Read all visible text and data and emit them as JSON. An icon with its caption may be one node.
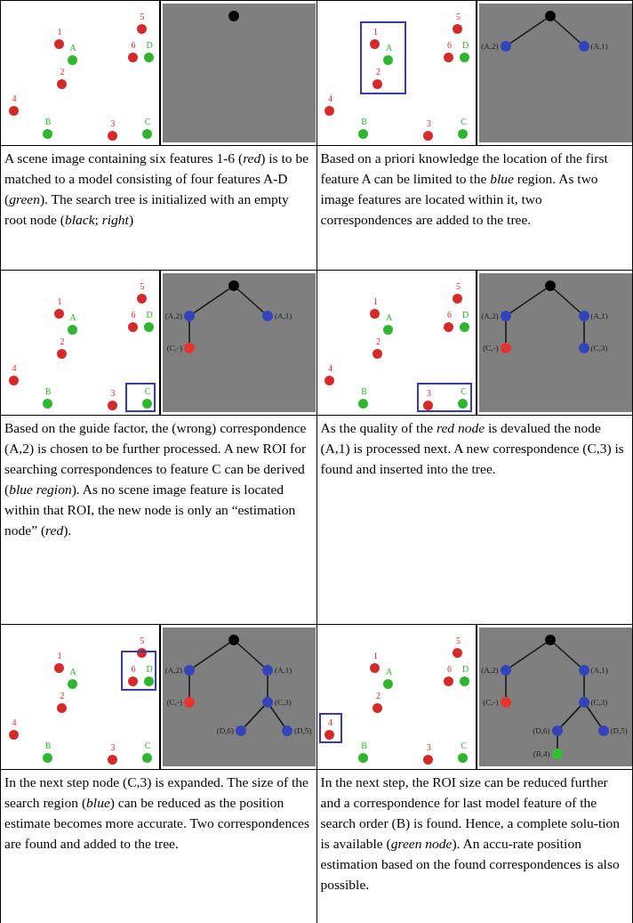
{
  "diagram": {
    "nodes": [
      {
        "text": [],
        "shape": "circle"
      },
      {
        "text": [],
        "shape": "circle"
      },
      {
        "text": [
          "(A,2)"
        ]
      },
      {
        "text": [
          "(A,1)"
        ]
      },
      {
        "text": [],
        "shape": "circle"
      },
      {
        "text": [
          "(A,2)"
        ]
      },
      {
        "text": [
          "(A,1)"
        ]
      },
      {
        "text": [
          "(C,-)"
        ]
      },
      {
        "text": [],
        "shape": "circle"
      },
      {
        "text": [
          "(A,2)"
        ]
      },
      {
        "text": [
          "(A,1)"
        ]
      },
      {
        "text": [
          "(C,-)"
        ]
      },
      {
        "text": [
          "(C,3)"
        ]
      },
      {
        "text": [],
        "shape": "circle"
      },
      {
        "text": [
          "(A,2)"
        ]
      },
      {
        "text": [
          "(A,1)"
        ]
      },
      {
        "text": [
          "(C,-)"
        ]
      },
      {
        "text": [
          "(C,3)"
        ]
      },
      {
        "text": [
          "(D,6)"
        ]
      },
      {
        "text": [
          "(D,5)"
        ]
      },
      {
        "text": [],
        "shape": "circle"
      },
      {
        "text": [
          "(A,2)"
        ]
      },
      {
        "text": [
          "(A,1)"
        ]
      },
      {
        "text": [
          "(C,-)"
        ]
      },
      {
        "text": [
          "(C,3)"
        ]
      },
      {
        "text": [
          "(D,6)"
        ]
      },
      {
        "text": [
          "(D,5)"
        ]
      },
      {
        "text": [
          "(B,4)"
        ]
      }
    ],
    "edges": [
      {
        "from": 1,
        "to": 2,
        "arrow": "none"
      },
      {
        "from": 1,
        "to": 3,
        "arrow": "none"
      },
      {
        "from": 4,
        "to": 5,
        "arrow": "none"
      },
      {
        "from": 4,
        "to": 6,
        "arrow": "none"
      },
      {
        "from": 5,
        "to": 7,
        "arrow": "none"
      },
      {
        "from": 8,
        "to": 9,
        "arrow": "none"
      },
      {
        "from": 8,
        "to": 10,
        "arrow": "none"
      },
      {
        "from": 9,
        "to": 11,
        "arrow": "none"
      },
      {
        "from": 10,
        "to": 12,
        "arrow": "none"
      },
      {
        "from": 13,
        "to": 14,
        "arrow": "none"
      },
      {
        "from": 13,
        "to": 15,
        "arrow": "none"
      },
      {
        "from": 14,
        "to": 16,
        "arrow": "none"
      },
      {
        "from": 15,
        "to": 17,
        "arrow": "none"
      },
      {
        "from": 17,
        "to": 18,
        "arrow": "none"
      },
      {
        "from": 17,
        "to": 19,
        "arrow": "none"
      },
      {
        "from": 20,
        "to": 21,
        "arrow": "none"
      },
      {
        "from": 20,
        "to": 22,
        "arrow": "none"
      },
      {
        "from": 21,
        "to": 23,
        "arrow": "none"
      },
      {
        "from": 22,
        "to": 24,
        "arrow": "none"
      },
      {
        "from": 24,
        "to": 25,
        "arrow": "none"
      },
      {
        "from": 24,
        "to": 26,
        "arrow": "none"
      },
      {
        "from": 25,
        "to": 27,
        "arrow": "none"
      }
    ],
    "labels": [
      "5",
      "1",
      "A",
      "6",
      "D",
      "2",
      "4",
      "B",
      "3",
      "C",
      "5",
      "1",
      "A",
      "6",
      "D",
      "2",
      "4",
      "B",
      "3",
      "C",
      "A scene image containing six features 1-6 (*red*) is to be matched to a model consisting of four features A-D (*green*). The search tree is initialized with an empty root node (*black*; *right*)",
      "Based on a priori knowledge the location of the first feature A can be limited to the *blue* region. As two image features are located within it, two correspondences are added to the tree.",
      "5",
      "1",
      "A",
      "6",
      "D",
      "2",
      "4",
      "B",
      "3",
      "C",
      "5",
      "1",
      "A",
      "6",
      "D",
      "2",
      "4",
      "B",
      "3",
      "C",
      "Based on the guide factor, the (wrong) correspondence (A,2) is chosen to be further processed. A new ROI for searching correspondences to feature C can be derived (*blue region*). As no scene image feature is located within that ROI, the new node is only an “estimation node” (*red*).",
      "As the quality of the *red node* is devalued the node (A,1) is processed next. A new correspondence (C,3) is found and inserted into the tree.",
      "5",
      "1",
      "A",
      "6",
      "D",
      "2",
      "4",
      "B",
      "3",
      "C",
      "5",
      "1",
      "A",
      "6",
      "D",
      "2",
      "4",
      "B",
      "3",
      "C",
      "In the next step node (C,3) is expanded. The size of the search region (*blue*) can be reduced as the position estimate becomes more accurate. Two correspondences are found and added to the tree.",
      "In the next step, the ROI size can be reduced further and a correspondence for last model feature of the search order (B) is found. Hence, a complete solu-tion is available (*green node*). An accu-rate position estimation based on the found correspondences is also possible."
    ]
  }
}
